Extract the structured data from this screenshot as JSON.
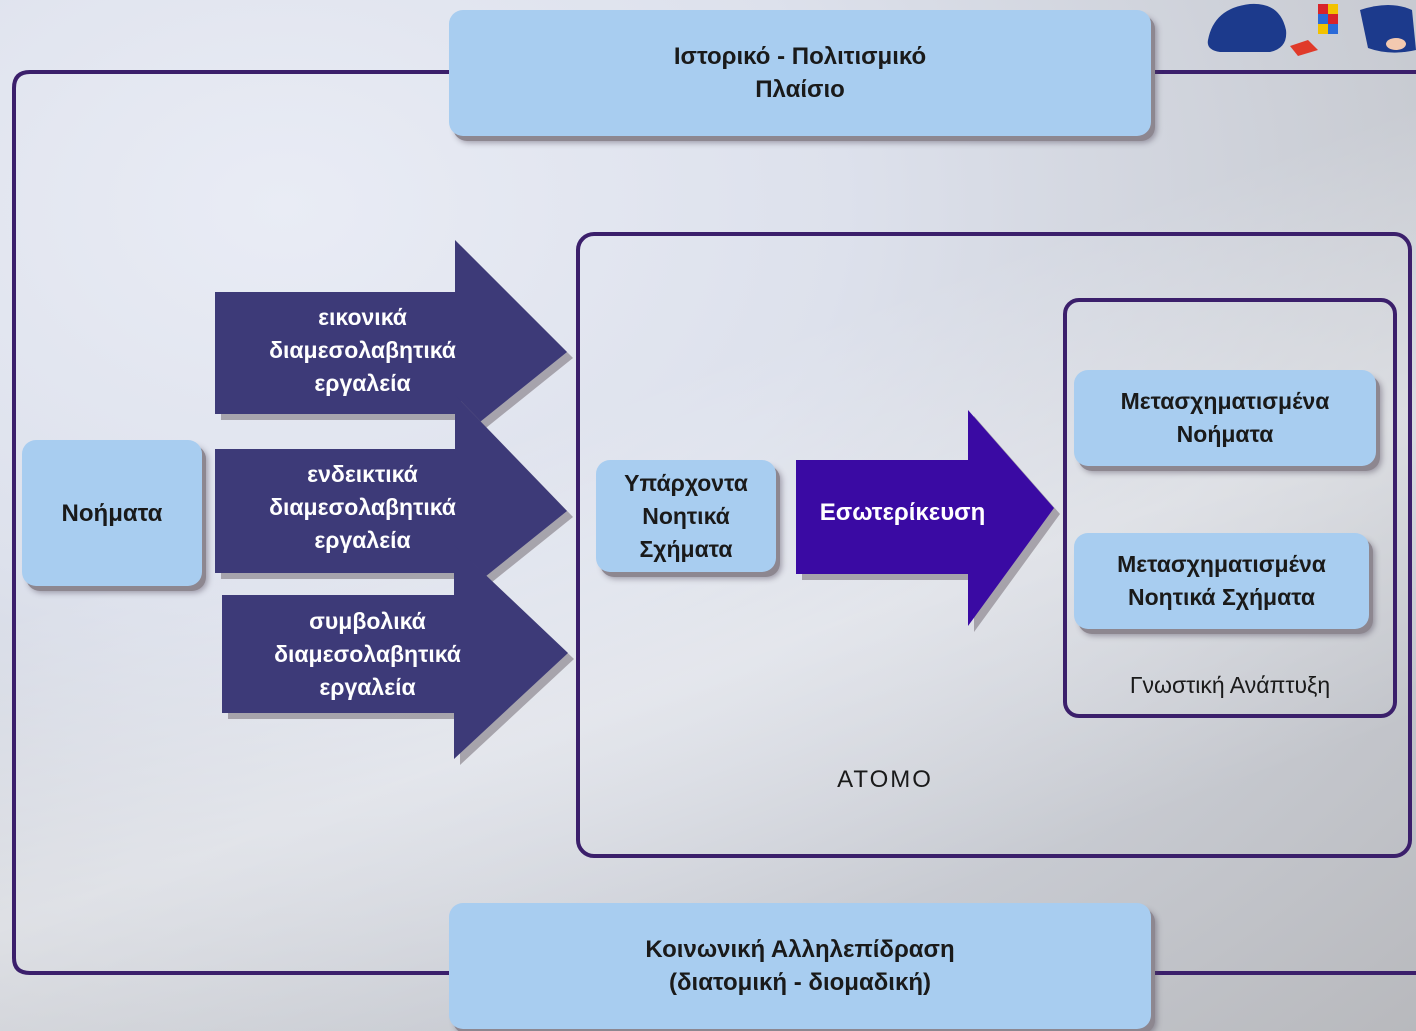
{
  "diagram": {
    "top_box": {
      "lines": [
        "Ιστορικό - Πολιτισμικό",
        "Πλαίσιο"
      ]
    },
    "bottom_box": {
      "lines": [
        "Κοινωνική Αλληλεπίδραση",
        "(διατομική - διομαδική)"
      ]
    },
    "meanings_box": {
      "label": "Νοήματα"
    },
    "arrows": [
      {
        "lines": [
          "εικονικά",
          "διαμεσολαβητικά",
          "εργαλεία"
        ]
      },
      {
        "lines": [
          "ενδεικτικά",
          "διαμεσολαβητικά",
          "εργαλεία"
        ]
      },
      {
        "lines": [
          "συμβολικά",
          "διαμεσολαβητικά",
          "εργαλεία"
        ]
      }
    ],
    "individual": {
      "label": "ΑΤΟΜΟ",
      "existing_schemas": {
        "lines": [
          "Υπάρχοντα",
          "Νοητικά",
          "Σχήματα"
        ]
      },
      "internalization": {
        "label": "Εσωτερίκευση"
      },
      "cognitive_development": {
        "label": "Γνωστική Ανάπτυξη",
        "transformed_meanings": {
          "lines": [
            "Μετασχηματισμένα",
            "Νοήματα"
          ]
        },
        "transformed_schemas": {
          "lines": [
            "Μετασχηματισμένα",
            "Νοητικά Σχήματα"
          ]
        }
      }
    },
    "colors": {
      "box_fill": "#a8cdf0",
      "frame_stroke": "#3b1f6b",
      "tool_arrow_fill": "#3d3a78",
      "internalization_arrow_fill": "#3a0aa3"
    }
  }
}
